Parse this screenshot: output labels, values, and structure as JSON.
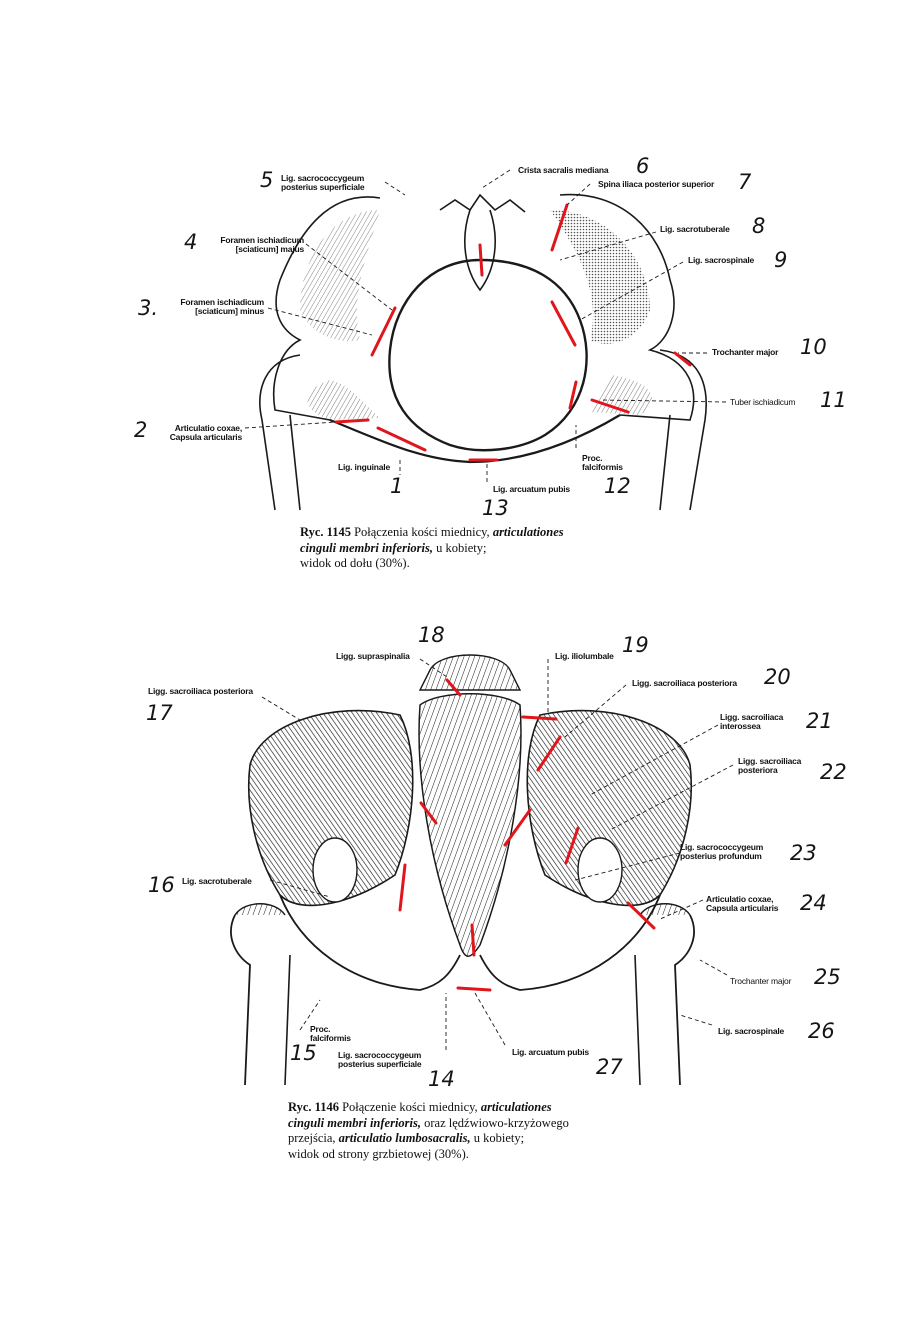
{
  "fig1": {
    "labels": {
      "l5": [
        "Lig. sacrococcygeum",
        "posterius superficiale"
      ],
      "l6": "Crista sacralis mediana",
      "l7": "Spina iliaca posterior superior",
      "l4": [
        "Foramen ischiadicum",
        "[sciaticum] majus"
      ],
      "l8": "Lig. sacrotuberale",
      "l9": "Lig. sacrospinale",
      "l3": [
        "Foramen ischiadicum",
        "[sciaticum] minus"
      ],
      "l10": "Trochanter major",
      "l11": "Tuber ischiadicum",
      "l2": [
        "Articulatio coxae,",
        "Capsula articularis"
      ],
      "l1": "Lig. inguinale",
      "l12": [
        "Proc.",
        "falciformis"
      ],
      "l13": "Lig. arcuatum pubis"
    },
    "numbers": {
      "n1": "1",
      "n2": "2",
      "n3": "3.",
      "n4": "4",
      "n5": "5",
      "n6": "6",
      "n7": "7",
      "n8": "8",
      "n9": "9",
      "n10": "10",
      "n11": "11",
      "n12": "12",
      "n13": "13"
    },
    "caption": {
      "prefix": "Ryc. 1145",
      "text1": "Połączenia kości miednicy,",
      "latin1": "articulationes",
      "latin2": "cinguli membri inferioris,",
      "text2": "u kobiety;",
      "text3": "widok od dołu (30%)."
    }
  },
  "fig2": {
    "labels": {
      "l18": "Ligg. supraspinalia",
      "l19": "Lig. iliolumbale",
      "l20": "Ligg. sacroiliaca posteriora",
      "l17": "Ligg. sacroiliaca posteriora",
      "l21": [
        "Ligg. sacroiliaca",
        "interossea"
      ],
      "l22": [
        "Ligg. sacroiliaca",
        "posteriora"
      ],
      "l23": [
        "Lig. sacrococcygeum",
        "posterius profundum"
      ],
      "l16": "Lig. sacrotuberale",
      "l24": [
        "Articulatio coxae,",
        "Capsula articularis"
      ],
      "l25": "Trochanter major",
      "l26": "Lig. sacrospinale",
      "l15": [
        "Proc.",
        "falciformis"
      ],
      "l14": [
        "Lig. sacrococcygeum",
        "posterius superficiale"
      ],
      "l27": "Lig. arcuatum pubis"
    },
    "numbers": {
      "n14": "14",
      "n15": "15",
      "n16": "16",
      "n17": "17",
      "n18": "18",
      "n19": "19",
      "n20": "20",
      "n21": "21",
      "n22": "22",
      "n23": "23",
      "n24": "24",
      "n25": "25",
      "n26": "26",
      "n27": "27"
    },
    "caption": {
      "prefix": "Ryc. 1146",
      "text1": "Połączenie kości miednicy,",
      "latin1": "articulationes",
      "latin2": "cinguli membri inferioris,",
      "text2": "oraz lędźwiowo-krzyżowego",
      "text3": "przejścia,",
      "latin3": "articulatio lumbosacralis,",
      "text4": "u kobiety;",
      "text5": "widok od strony grzbietowej (30%)."
    }
  },
  "colors": {
    "ink": "#1a1a1a",
    "highlight": "#e0161c",
    "paper": "#ffffff"
  }
}
